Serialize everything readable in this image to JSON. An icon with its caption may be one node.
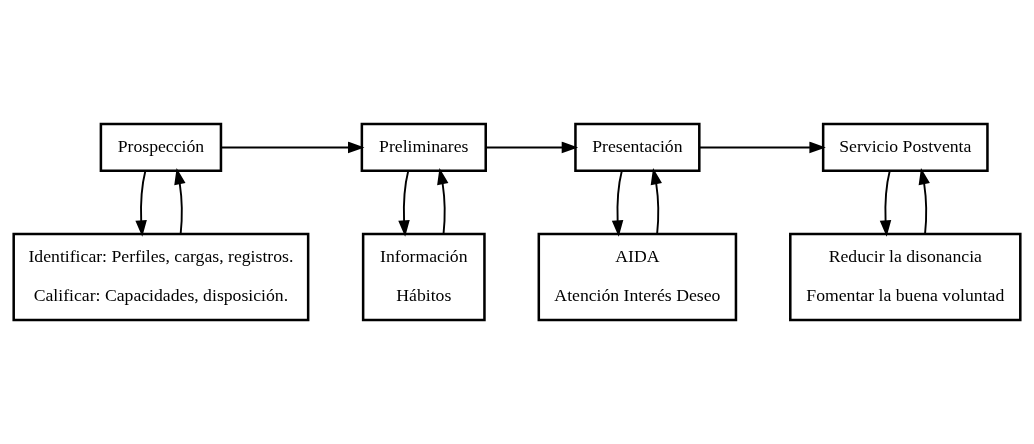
{
  "diagram": {
    "nodes": [
      {
        "text": [
          "Prospección"
        ]
      },
      {
        "text": [
          "Preliminares"
        ]
      },
      {
        "text": [
          "Presentación"
        ]
      },
      {
        "text": [
          "Servicio Postventa"
        ]
      },
      {
        "text": [
          "Identificar: Perfiles, cargas, registros.",
          "Calificar: Capacidades, disposición."
        ]
      },
      {
        "text": [
          "Información",
          "Hábitos"
        ]
      },
      {
        "text": [
          "AIDA",
          "Atención Interés Deseo"
        ]
      },
      {
        "text": [
          "Reducir la disonancia",
          "Fomentar la buena voluntad"
        ]
      }
    ],
    "edges": [
      {
        "from": 0,
        "to": 1,
        "arrow": "to"
      },
      {
        "from": 1,
        "to": 2,
        "arrow": "to"
      },
      {
        "from": 2,
        "to": 3,
        "arrow": "to"
      },
      {
        "from": 0,
        "to": 4,
        "arrow": "to"
      },
      {
        "from": 4,
        "to": 0,
        "arrow": "to"
      },
      {
        "from": 1,
        "to": 5,
        "arrow": "to"
      },
      {
        "from": 5,
        "to": 1,
        "arrow": "to"
      },
      {
        "from": 2,
        "to": 6,
        "arrow": "to"
      },
      {
        "from": 6,
        "to": 2,
        "arrow": "to"
      },
      {
        "from": 3,
        "to": 7,
        "arrow": "to"
      },
      {
        "from": 7,
        "to": 3,
        "arrow": "to"
      }
    ]
  }
}
